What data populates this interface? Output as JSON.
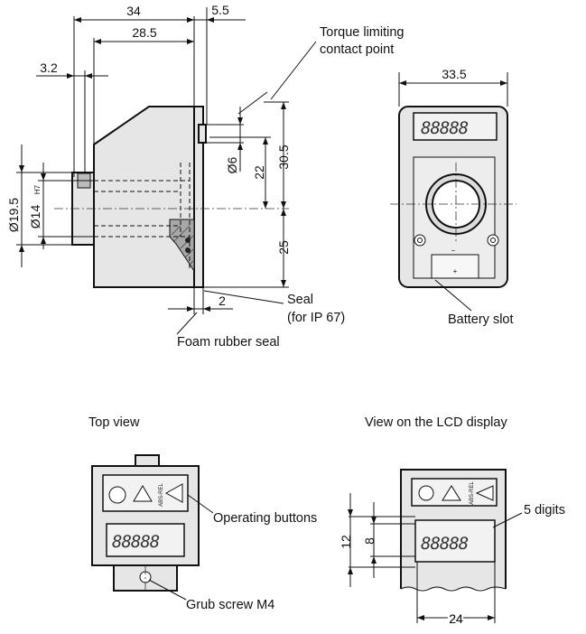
{
  "dimensions": {
    "d34": "34",
    "d5_5": "5.5",
    "d28_5": "28.5",
    "d3_2": "3.2",
    "d33_5": "33.5",
    "d30_5": "30.5",
    "d22": "22",
    "d6": "Ø6",
    "d25": "25",
    "d19_5": "Ø19.5",
    "d14": "Ø14",
    "h7": "H7",
    "d2": "2",
    "d12": "12",
    "d8": "8",
    "d24": "24"
  },
  "labels": {
    "torque_line1": "Torque limiting",
    "torque_line2": "contact point",
    "seal_line1": "Seal",
    "seal_line2": "(for IP 67)",
    "foam_seal": "Foam rubber seal",
    "battery_slot": "Battery slot",
    "top_view": "Top view",
    "lcd_view": "View on the LCD display",
    "operating_buttons": "Operating buttons",
    "grub_screw": "Grub screw M4",
    "five_digits": "5 digits",
    "abs_rel": "ABS-REL",
    "lcd_digits": "88888"
  }
}
